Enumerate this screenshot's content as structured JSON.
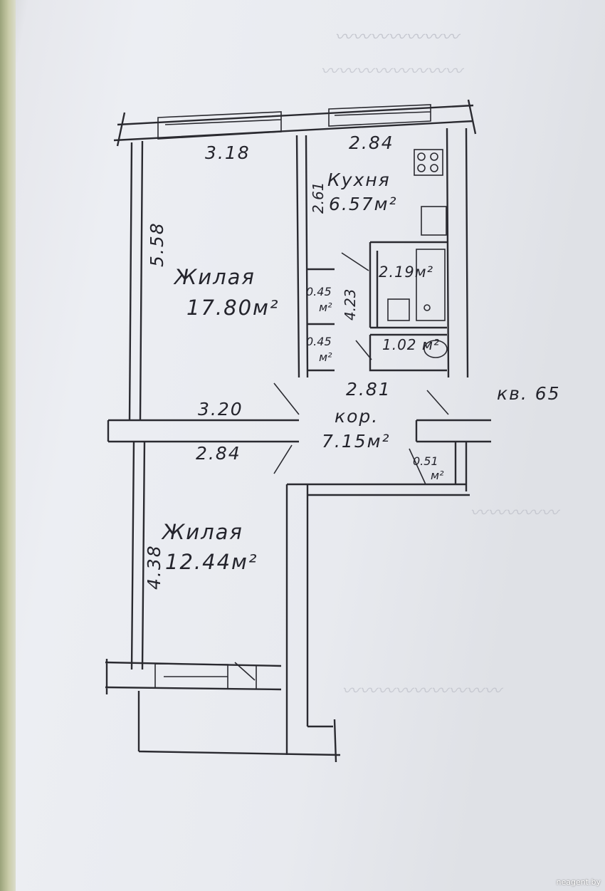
{
  "plan": {
    "apartment_label": "кв. 65",
    "rooms": [
      {
        "name": "Жилая",
        "area": "17.80м²"
      },
      {
        "name": "Кухня",
        "area": "6.57м²"
      },
      {
        "name": "Жилая",
        "area": "12.44м²"
      },
      {
        "name": "кор.",
        "area": "7.15м²"
      }
    ],
    "small_rooms": {
      "bath": "2.19м²",
      "wc": "1.02 м²",
      "closet_upper_value": "0.45",
      "closet_upper_unit": "м²",
      "closet_lower_value": "0.45",
      "closet_lower_unit": "м²",
      "niche_value": "0.51",
      "niche_unit": "м²"
    },
    "dimensions": {
      "top_left": "3.18",
      "top_right": "2.84",
      "left_upper": "5.58",
      "kitchen_side": "2.61",
      "hall_side": "4.23",
      "corridor_top": "2.81",
      "mid_upper": "3.20",
      "mid_lower": "2.84",
      "left_lower": "4.38"
    }
  },
  "watermark": "neagent.by",
  "colors": {
    "ink": "#24242c",
    "paper": "#eceef3"
  }
}
